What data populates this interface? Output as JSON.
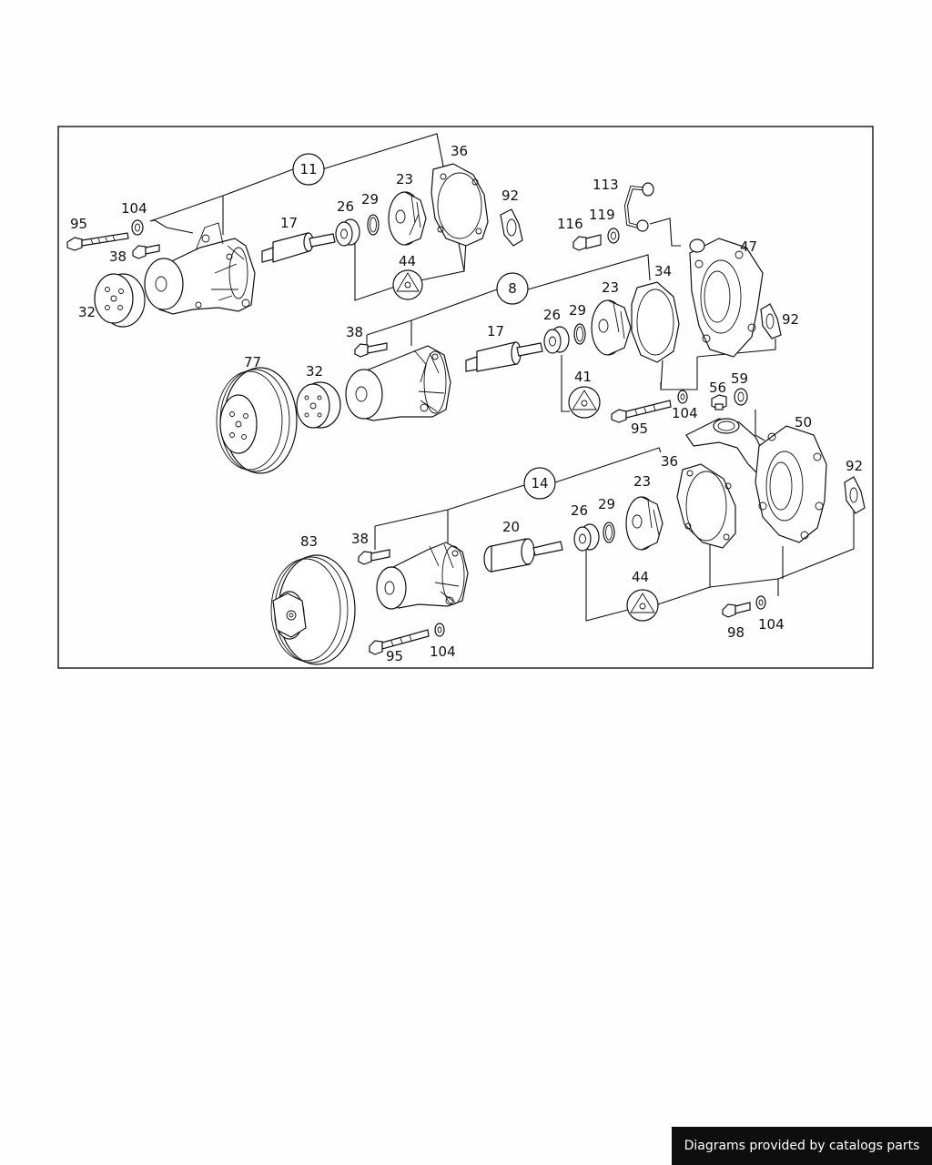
{
  "diagram": {
    "callouts": [
      "11",
      "8",
      "14"
    ],
    "labels": [
      "95",
      "104",
      "38",
      "32",
      "17",
      "26",
      "29",
      "23",
      "36",
      "92",
      "44",
      "113",
      "116",
      "119",
      "47",
      "34",
      "8",
      "38",
      "17",
      "26",
      "29",
      "23",
      "77",
      "32",
      "41",
      "95",
      "104",
      "56",
      "59",
      "50",
      "92",
      "36",
      "23",
      "26",
      "29",
      "20",
      "38",
      "83",
      "44",
      "98",
      "104",
      "95",
      "104",
      "92"
    ]
  },
  "credit": "Diagrams provided by catalogs parts"
}
